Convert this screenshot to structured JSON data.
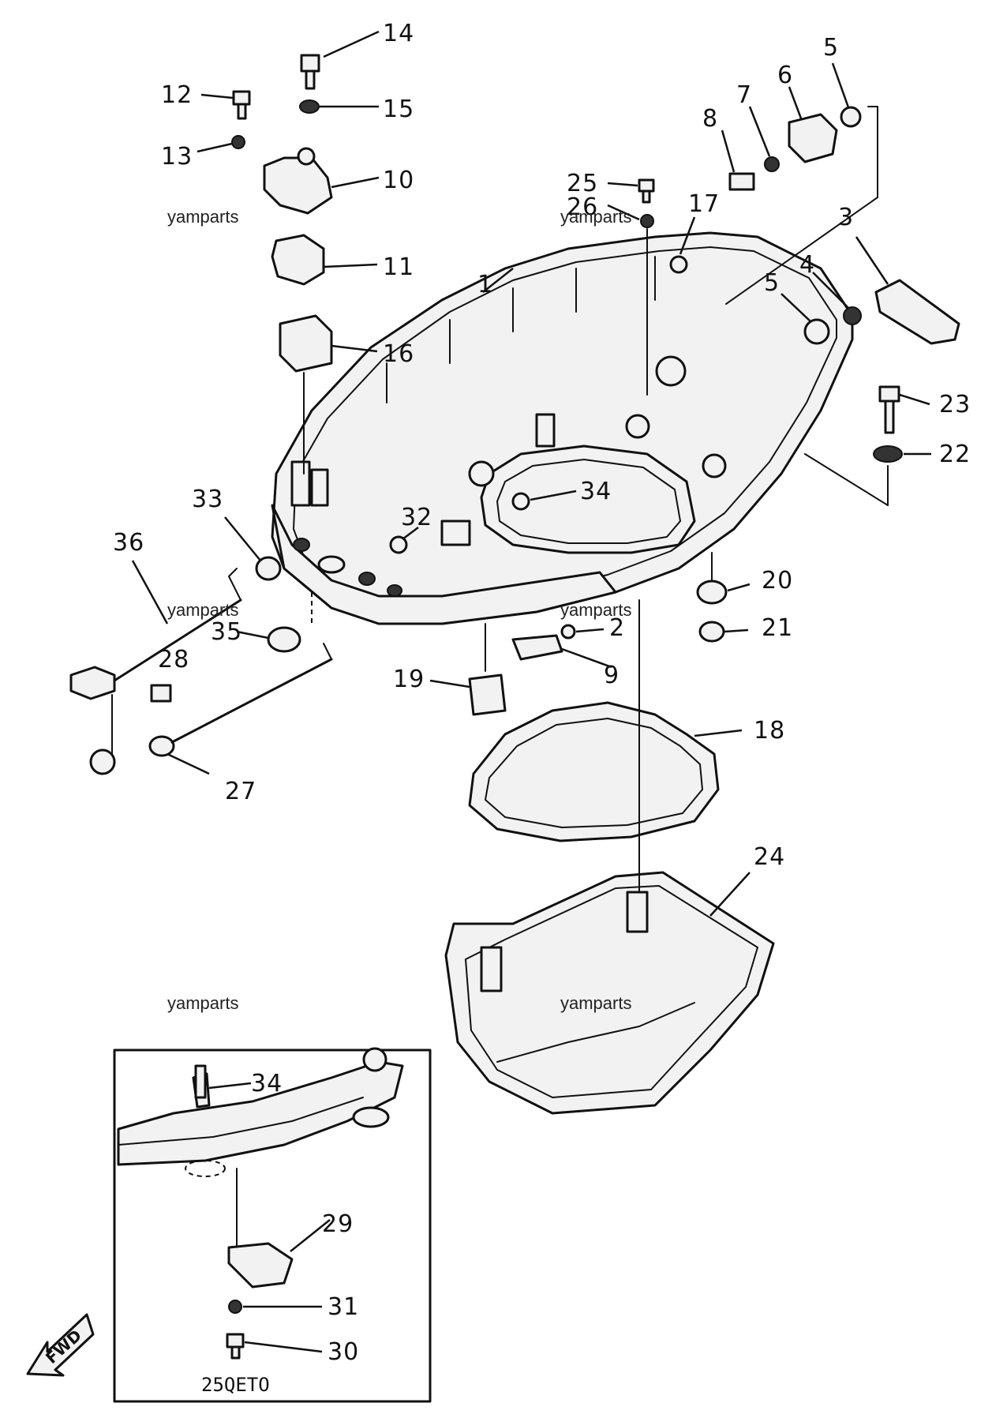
{
  "labels": {
    "p1": "1",
    "p2": "2",
    "p3": "3",
    "p4": "4",
    "p5a": "5",
    "p5b": "5",
    "p6": "6",
    "p7": "7",
    "p8": "8",
    "p9": "9",
    "p10": "10",
    "p11": "11",
    "p12": "12",
    "p13": "13",
    "p14": "14",
    "p15": "15",
    "p16": "16",
    "p17": "17",
    "p18": "18",
    "p19": "19",
    "p20": "20",
    "p21": "21",
    "p22": "22",
    "p23": "23",
    "p24": "24",
    "p25": "25",
    "p26": "26",
    "p27": "27",
    "p28": "28",
    "p29": "29",
    "p30": "30",
    "p31": "31",
    "p32": "32",
    "p33": "33",
    "p34a": "34",
    "p34b": "34",
    "p35": "35",
    "p36": "36"
  },
  "watermarks": {
    "w1": "yamparts",
    "w2": "yamparts",
    "w3": "yamparts",
    "w4": "yamparts",
    "w5": "yamparts",
    "w6": "yamparts"
  },
  "inset": {
    "caption": "25QETO"
  },
  "direction": {
    "text": "FWD"
  }
}
